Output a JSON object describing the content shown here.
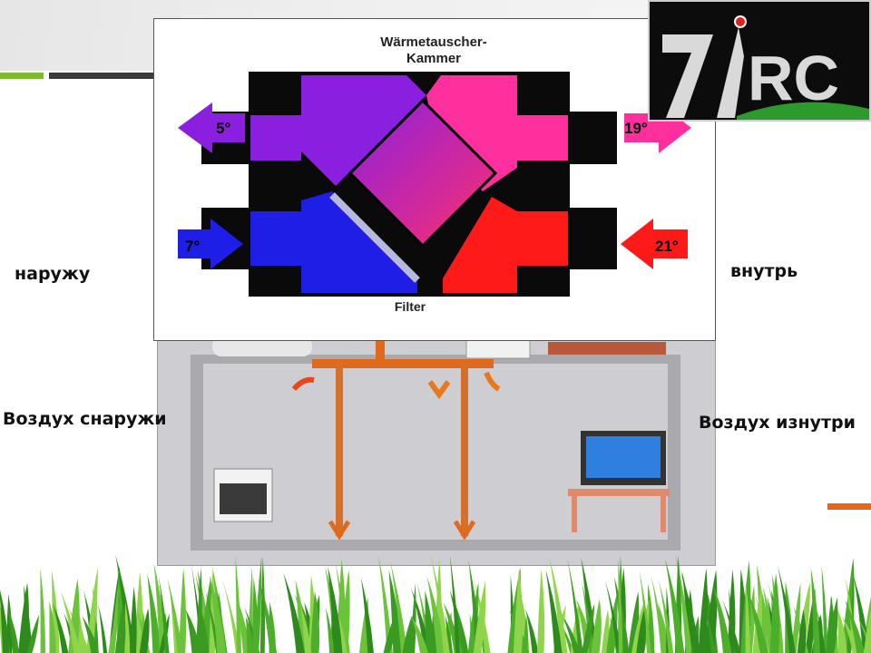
{
  "diagram": {
    "title_line1": "Wärmetauscher-",
    "title_line2": "Kammer",
    "filter_label": "Filter",
    "temperatures": {
      "exhaust_out": "5°",
      "supply_in": "19°",
      "outdoor_in": "7°",
      "room_out": "21°"
    },
    "colors": {
      "purple": "#8a1fe0",
      "pink": "#ff2f9e",
      "blue": "#1e1ee6",
      "red": "#ff1a1a"
    }
  },
  "labels": {
    "outside": "наружу",
    "inside": "внутрь",
    "outdoor_air": "Воздух снаружи",
    "indoor_air": "Воздух изнутри"
  },
  "logo": {
    "mark": "7",
    "letters": "RC"
  }
}
